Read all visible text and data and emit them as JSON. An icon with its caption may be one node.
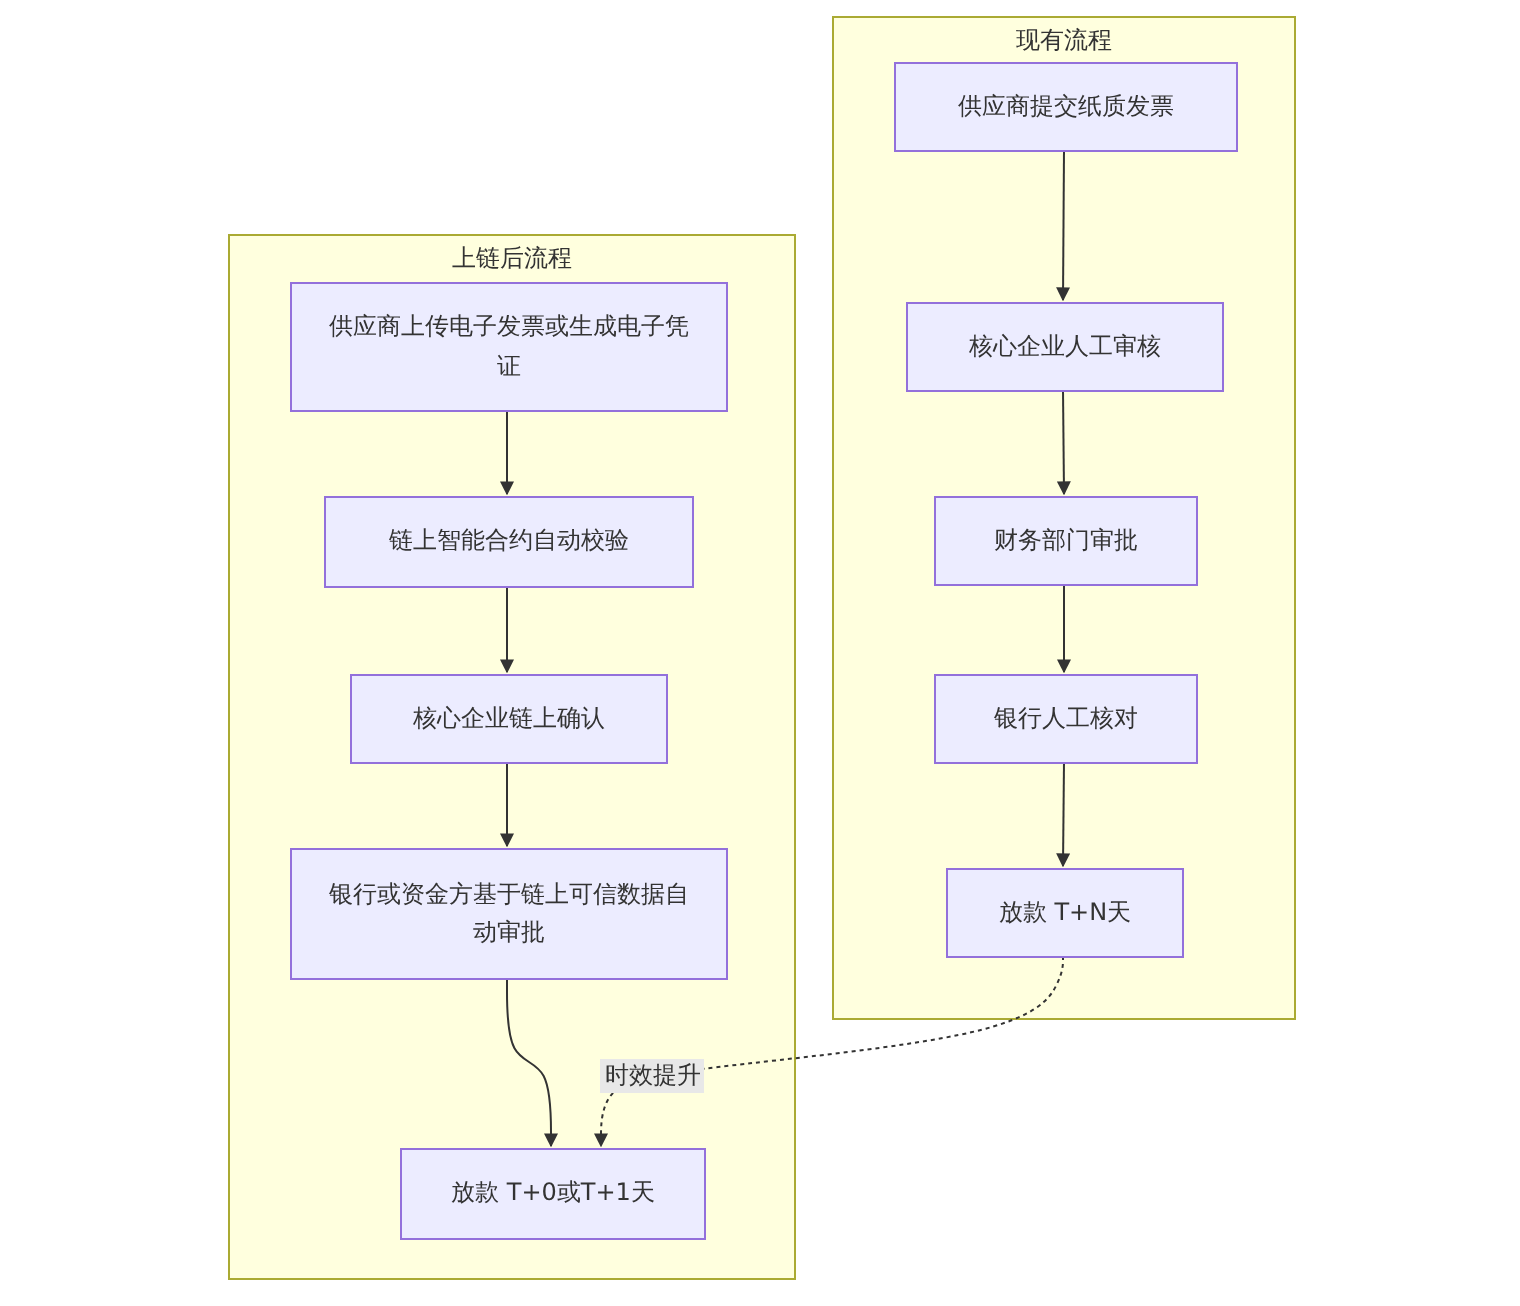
{
  "diagram": {
    "nodes": [
      {
        "text": [
          "现有流程"
        ]
      },
      {
        "text": [
          "供应商提交纸质发票"
        ],
        "in": 0
      },
      {
        "text": [
          "核心企业人工审核"
        ],
        "in": 0
      },
      {
        "text": [
          "财务部门审批"
        ],
        "in": 0
      },
      {
        "text": [
          "银行人工核对"
        ],
        "in": 0
      },
      {
        "text": [
          "放款 T+N天"
        ],
        "in": 0
      },
      {
        "text": [
          "上链后流程"
        ]
      },
      {
        "text": [
          "供应商上传电子发票或生成电子凭证"
        ],
        "in": 6
      },
      {
        "text": [
          "链上智能合约自动校验"
        ],
        "in": 6
      },
      {
        "text": [
          "核心企业链上确认"
        ],
        "in": 6
      },
      {
        "text": [
          "银行或资金方基于链上可信数据自动审批"
        ],
        "in": 6
      },
      {
        "text": [
          "放款 T+0或T+1天"
        ],
        "in": 6
      }
    ],
    "edges": [
      {
        "from": 1,
        "to": 2,
        "arrow": "to"
      },
      {
        "from": 2,
        "to": 3,
        "arrow": "to"
      },
      {
        "from": 3,
        "to": 4,
        "arrow": "to"
      },
      {
        "from": 4,
        "to": 5,
        "arrow": "to"
      },
      {
        "from": 7,
        "to": 8,
        "arrow": "to"
      },
      {
        "from": 8,
        "to": 9,
        "arrow": "to"
      },
      {
        "from": 9,
        "to": 10,
        "arrow": "to"
      },
      {
        "from": 10,
        "to": 11,
        "arrow": "to"
      },
      {
        "from": 5,
        "to": 11,
        "arrow": "to",
        "label": "时效提升",
        "style": "dashed"
      }
    ]
  }
}
